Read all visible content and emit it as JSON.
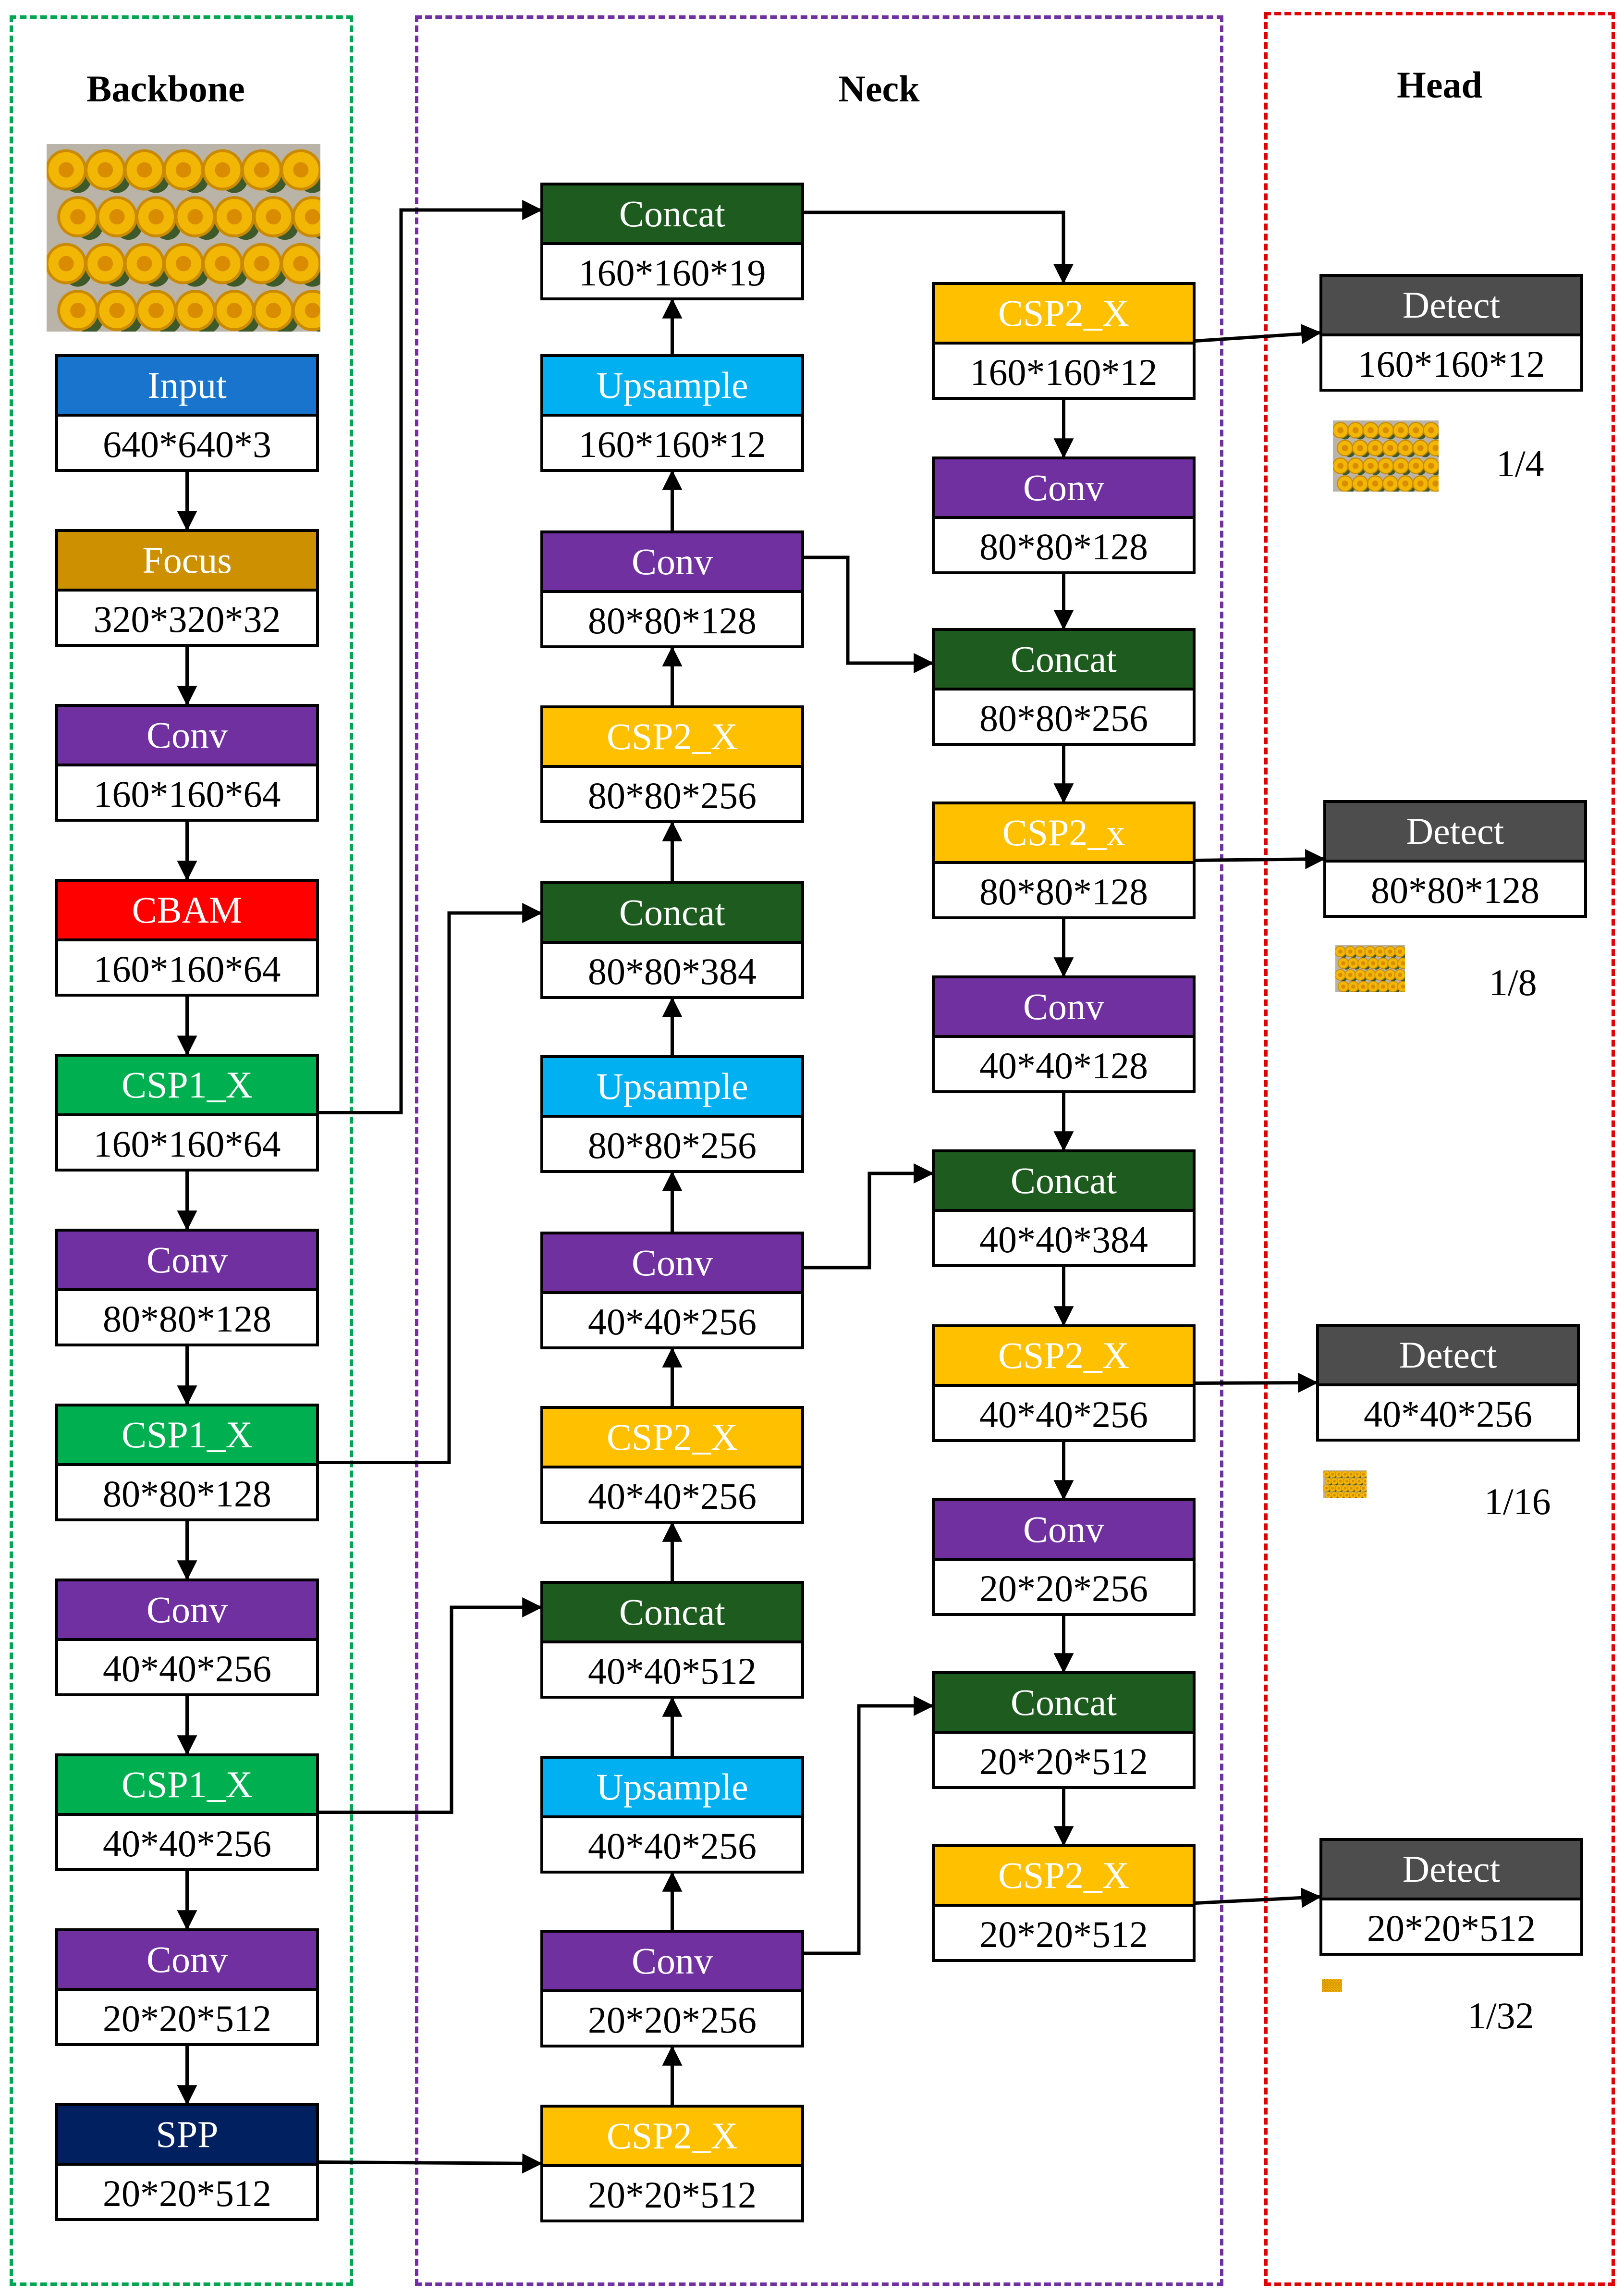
{
  "sections": {
    "backbone": {
      "title": "Backbone",
      "color": "#00A550"
    },
    "neck": {
      "title": "Neck",
      "color": "#7030A0"
    },
    "head": {
      "title": "Head",
      "color": "#E00000"
    }
  },
  "block_colors": {
    "input": "#1874CD",
    "focus": "#CC9000",
    "conv": "#7030A0",
    "cbam": "#FF0000",
    "csp1": "#00B050",
    "spp": "#002060",
    "concat": "#1E5B1E",
    "upsample": "#00B0F0",
    "csp2": "#FFC000",
    "detect": "#4D4D4D"
  },
  "backbone": {
    "blocks": [
      {
        "id": "input",
        "name": "Input",
        "dim": "640*640*3",
        "kind": "input"
      },
      {
        "id": "focus",
        "name": "Focus",
        "dim": "320*320*32",
        "kind": "focus"
      },
      {
        "id": "conv1",
        "name": "Conv",
        "dim": "160*160*64",
        "kind": "conv"
      },
      {
        "id": "cbam",
        "name": "CBAM",
        "dim": "160*160*64",
        "kind": "cbam"
      },
      {
        "id": "csp1a",
        "name": "CSP1_X",
        "dim": "160*160*64",
        "kind": "csp1"
      },
      {
        "id": "conv2",
        "name": "Conv",
        "dim": "80*80*128",
        "kind": "conv"
      },
      {
        "id": "csp1b",
        "name": "CSP1_X",
        "dim": "80*80*128",
        "kind": "csp1"
      },
      {
        "id": "conv3",
        "name": "Conv",
        "dim": "40*40*256",
        "kind": "conv"
      },
      {
        "id": "csp1c",
        "name": "CSP1_X",
        "dim": "40*40*256",
        "kind": "csp1"
      },
      {
        "id": "conv4",
        "name": "Conv",
        "dim": "20*20*512",
        "kind": "conv"
      },
      {
        "id": "spp",
        "name": "SPP",
        "dim": "20*20*512",
        "kind": "spp"
      }
    ]
  },
  "neck": {
    "left_blocks": [
      {
        "id": "n_concat1",
        "name": "Concat",
        "dim": "160*160*19",
        "kind": "concat"
      },
      {
        "id": "n_up1",
        "name": "Upsample",
        "dim": "160*160*12",
        "kind": "upsample"
      },
      {
        "id": "n_conv1",
        "name": "Conv",
        "dim": "80*80*128",
        "kind": "conv"
      },
      {
        "id": "n_csp1",
        "name": "CSP2_X",
        "dim": "80*80*256",
        "kind": "csp2"
      },
      {
        "id": "n_concat2",
        "name": "Concat",
        "dim": "80*80*384",
        "kind": "concat"
      },
      {
        "id": "n_up2",
        "name": "Upsample",
        "dim": "80*80*256",
        "kind": "upsample"
      },
      {
        "id": "n_conv2",
        "name": "Conv",
        "dim": "40*40*256",
        "kind": "conv"
      },
      {
        "id": "n_csp2",
        "name": "CSP2_X",
        "dim": "40*40*256",
        "kind": "csp2"
      },
      {
        "id": "n_concat3",
        "name": "Concat",
        "dim": "40*40*512",
        "kind": "concat"
      },
      {
        "id": "n_up3",
        "name": "Upsample",
        "dim": "40*40*256",
        "kind": "upsample"
      },
      {
        "id": "n_conv3",
        "name": "Conv",
        "dim": "20*20*256",
        "kind": "conv"
      },
      {
        "id": "n_csp3",
        "name": "CSP2_X",
        "dim": "20*20*512",
        "kind": "csp2"
      }
    ],
    "right_blocks": [
      {
        "id": "r_csp1",
        "name": "CSP2_X",
        "dim": "160*160*12",
        "kind": "csp2"
      },
      {
        "id": "r_conv1",
        "name": "Conv",
        "dim": "80*80*128",
        "kind": "conv"
      },
      {
        "id": "r_concat1",
        "name": "Concat",
        "dim": "80*80*256",
        "kind": "concat"
      },
      {
        "id": "r_csp2",
        "name": "CSP2_x",
        "dim": "80*80*128",
        "kind": "csp2"
      },
      {
        "id": "r_conv2",
        "name": "Conv",
        "dim": "40*40*128",
        "kind": "conv"
      },
      {
        "id": "r_concat2",
        "name": "Concat",
        "dim": "40*40*384",
        "kind": "concat"
      },
      {
        "id": "r_csp3",
        "name": "CSP2_X",
        "dim": "40*40*256",
        "kind": "csp2"
      },
      {
        "id": "r_conv3",
        "name": "Conv",
        "dim": "20*20*256",
        "kind": "conv"
      },
      {
        "id": "r_concat3",
        "name": "Concat",
        "dim": "20*20*512",
        "kind": "concat"
      },
      {
        "id": "r_csp4",
        "name": "CSP2_X",
        "dim": "20*20*512",
        "kind": "csp2"
      }
    ]
  },
  "head": {
    "detects": [
      {
        "id": "d1",
        "name": "Detect",
        "dim": "160*160*12",
        "scale": "1/4"
      },
      {
        "id": "d2",
        "name": "Detect",
        "dim": "80*80*128",
        "scale": "1/8"
      },
      {
        "id": "d3",
        "name": "Detect",
        "dim": "40*40*256",
        "scale": "1/16"
      },
      {
        "id": "d4",
        "name": "Detect",
        "dim": "20*20*512",
        "scale": "1/32"
      }
    ]
  }
}
